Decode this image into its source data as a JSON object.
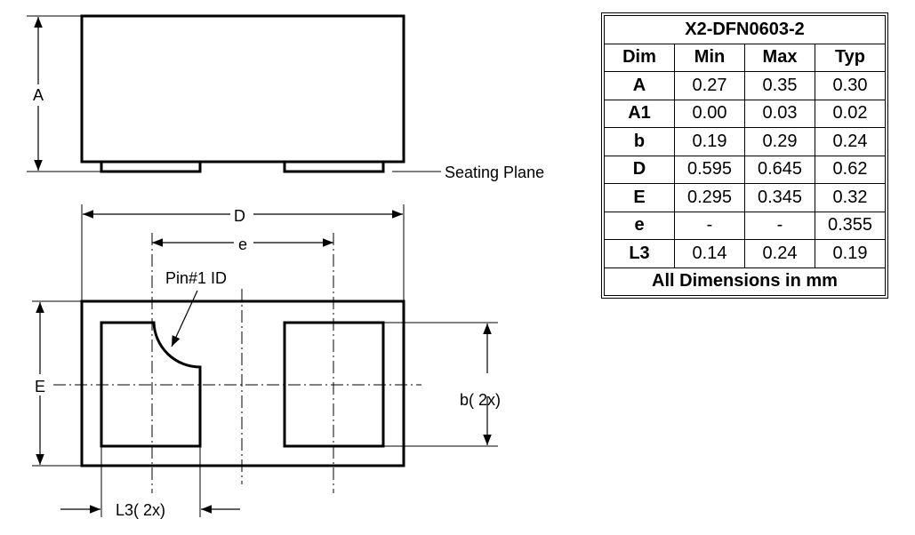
{
  "labels": {
    "A": "A",
    "seating_plane": "Seating Plane",
    "D": "D",
    "e": "e",
    "pin1": "Pin#1 ID",
    "E": "E",
    "b2x": "b(  2x)",
    "L3_2x": "L3(  2x)"
  },
  "table": {
    "title": "X2-DFN0603-2",
    "headers": [
      "Dim",
      "Min",
      "Max",
      "Typ"
    ],
    "rows": [
      [
        "A",
        "0.27",
        "0.35",
        "0.30"
      ],
      [
        "A1",
        "0.00",
        "0.03",
        "0.02"
      ],
      [
        "b",
        "0.19",
        "0.29",
        "0.24"
      ],
      [
        "D",
        "0.595",
        "0.645",
        "0.62"
      ],
      [
        "E",
        "0.295",
        "0.345",
        "0.32"
      ],
      [
        "e",
        "-",
        "-",
        "0.355"
      ],
      [
        "L3",
        "0.14",
        "0.24",
        "0.19"
      ]
    ],
    "footer": "All Dimensions in mm"
  },
  "colors": {
    "line": "#000000",
    "background": "#ffffff"
  }
}
